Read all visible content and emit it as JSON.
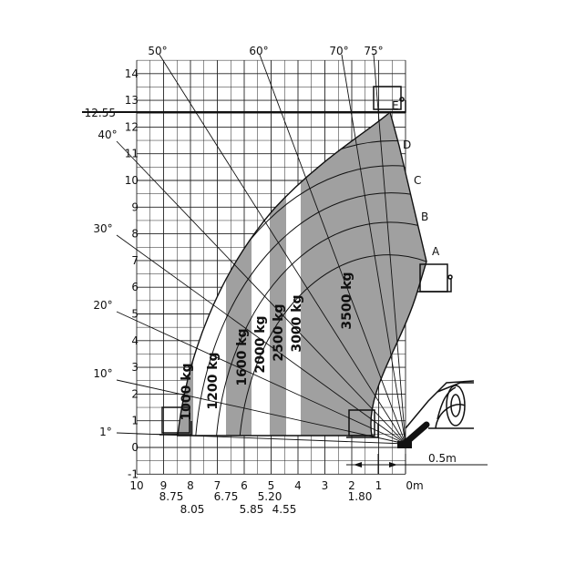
{
  "y_axis": {
    "ticks": [
      "14",
      "13",
      "12",
      "11",
      "10",
      "9",
      "8",
      "7",
      "6",
      "5",
      "4",
      "3",
      "2",
      "1",
      "0",
      "-1"
    ],
    "special": "12.55"
  },
  "x_axis": {
    "ticks": [
      "10",
      "9",
      "8",
      "7",
      "6",
      "5",
      "4",
      "3",
      "2",
      "1",
      "0m"
    ],
    "sub_labels": [
      "8.75",
      "8.05",
      "6.75",
      "5.85",
      "5.20",
      "4.55",
      "1.80"
    ],
    "offset_label": "0.5m"
  },
  "angles": {
    "top": [
      "50°",
      "60°",
      "70°",
      "75°"
    ],
    "left": [
      "40°",
      "30°",
      "20°",
      "10°",
      "1°"
    ]
  },
  "extension_marks": [
    "A",
    "B",
    "C",
    "D",
    "E"
  ],
  "load_zones": [
    "1000 kg",
    "1200 kg",
    "1600 kg",
    "2000 kg",
    "2500 kg",
    "3000 kg",
    "3500 kg"
  ],
  "colors": {
    "zone_fill": "#a0a0a0",
    "line": "#111111",
    "grid": "#222222",
    "background": "#ffffff"
  }
}
